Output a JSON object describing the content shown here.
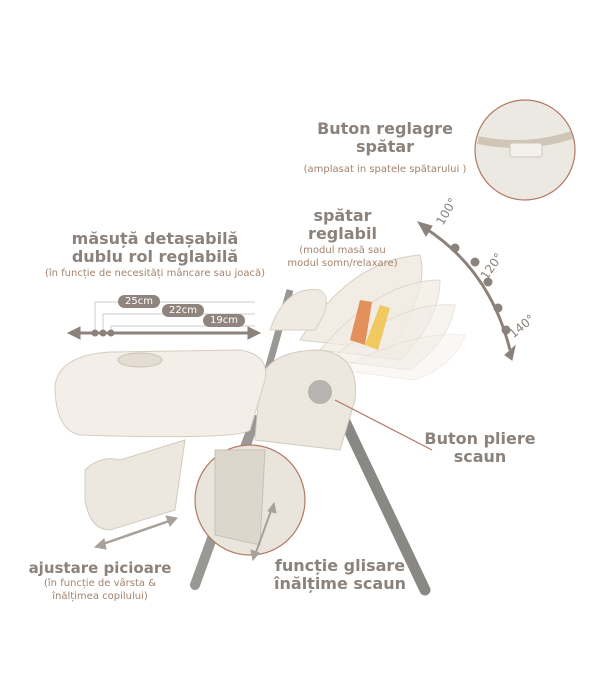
{
  "backrest_button": {
    "title_line1": "Buton reglagre",
    "title_line2": "spătar",
    "subtitle": "(amplasat in spatele spătarului )"
  },
  "backrest": {
    "title": "spătar reglabil",
    "subtitle_line1": "(modul masă sau",
    "subtitle_line2": "modul somn/relaxare)",
    "angles": [
      "100°",
      "120°",
      "140°"
    ]
  },
  "tray": {
    "title_line1": "măsuță detașabilă",
    "title_line2": "dublu rol reglabilă",
    "subtitle": "(în funcție de necesități mâncare sau joacă)",
    "positions": [
      "25cm",
      "22cm",
      "19cm"
    ]
  },
  "fold_button": {
    "title_line1": "Buton pliere",
    "title_line2": "scaun"
  },
  "footrest": {
    "title": "ajustare picioare",
    "subtitle_line1": "(în funcție de vârsta &",
    "subtitle_line2": "înălțimea copilului)"
  },
  "height": {
    "title_line1": "funcție glisare",
    "title_line2": "înălțime scaun"
  },
  "colors": {
    "text": "#8c827c",
    "subtitle": "#a4826c",
    "accent_line": "#b07a63"
  }
}
